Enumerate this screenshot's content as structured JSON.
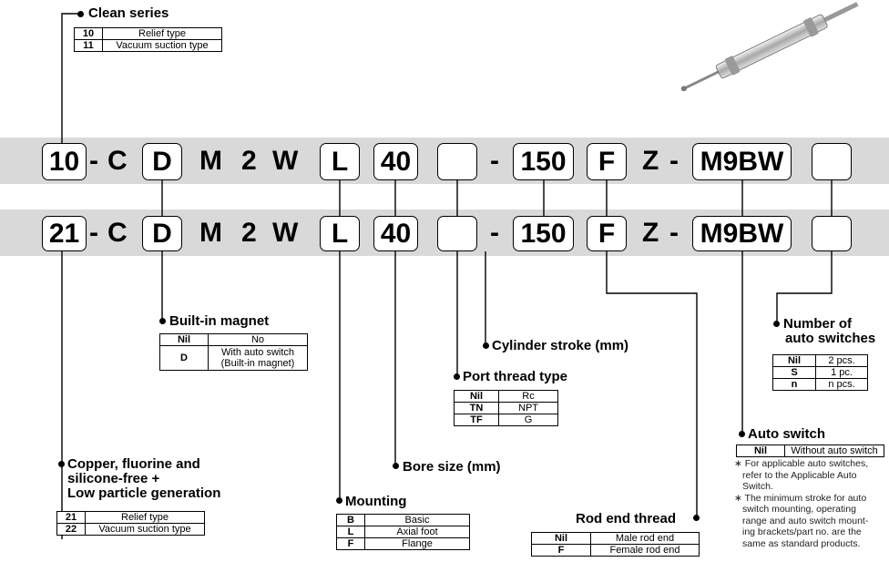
{
  "clean_series": {
    "title": "Clean series",
    "rows": [
      {
        "code": "10",
        "desc": "Relief type"
      },
      {
        "code": "11",
        "desc": "Vacuum suction type"
      }
    ]
  },
  "row1": {
    "prefix": "10",
    "dash1": "-",
    "c": "C",
    "magnet": "D",
    "m": "M",
    "two": "2",
    "w": "W",
    "mounting": "L",
    "bore": "40",
    "port": "",
    "dash2": "-",
    "stroke": "150",
    "rod": "F",
    "z": "Z",
    "dash3": "-",
    "switch": "M9BW",
    "count": ""
  },
  "row2": {
    "prefix": "21",
    "dash1": "-",
    "c": "C",
    "magnet": "D",
    "m": "M",
    "two": "2",
    "w": "W",
    "mounting": "L",
    "bore": "40",
    "port": "",
    "dash2": "-",
    "stroke": "150",
    "rod": "F",
    "z": "Z",
    "dash3": "-",
    "switch": "M9BW",
    "count": ""
  },
  "built_in_magnet": {
    "title": "Built-in magnet",
    "rows": [
      {
        "code": "Nil",
        "desc": "No"
      },
      {
        "code": "D",
        "desc": "With auto switch",
        "desc2": "(Built-in magnet)"
      }
    ]
  },
  "cylinder_stroke": {
    "title": "Cylinder stroke (mm)"
  },
  "port_thread": {
    "title": "Port thread type",
    "rows": [
      {
        "code": "Nil",
        "desc": "Rc"
      },
      {
        "code": "TN",
        "desc": "NPT"
      },
      {
        "code": "TF",
        "desc": "G"
      }
    ]
  },
  "bore_size": {
    "title": "Bore size (mm)"
  },
  "copper_free": {
    "title_line1": "Copper, fluorine and",
    "title_line2": "silicone-free +",
    "title_line3": "Low particle generation",
    "rows": [
      {
        "code": "21",
        "desc": "Relief type"
      },
      {
        "code": "22",
        "desc": "Vacuum suction type"
      }
    ]
  },
  "mounting": {
    "title": "Mounting",
    "rows": [
      {
        "code": "B",
        "desc": "Basic"
      },
      {
        "code": "L",
        "desc": "Axial foot"
      },
      {
        "code": "F",
        "desc": "Flange"
      }
    ]
  },
  "rod_end_thread": {
    "title": "Rod end thread",
    "rows": [
      {
        "code": "Nil",
        "desc": "Male rod end"
      },
      {
        "code": "F",
        "desc": "Female rod end"
      }
    ]
  },
  "num_switches": {
    "title_line1": "Number of",
    "title_line2": "auto switches",
    "rows": [
      {
        "code": "Nil",
        "desc": "2 pcs."
      },
      {
        "code": "S",
        "desc": "1 pc."
      },
      {
        "code": "n",
        "desc": "n pcs."
      }
    ]
  },
  "auto_switch": {
    "title": "Auto switch",
    "rows": [
      {
        "code": "Nil",
        "desc": "Without auto switch"
      }
    ],
    "note1_l1": "∗ For applicable auto switches,",
    "note1_l2": "refer to the Applicable Auto",
    "note1_l3": "Switch.",
    "note2_l1": "∗ The minimum stroke for auto",
    "note2_l2": "switch mounting, operating",
    "note2_l3": "range and auto switch mount-",
    "note2_l4": "ing brackets/part no. are the",
    "note2_l5": "same as standard products."
  }
}
